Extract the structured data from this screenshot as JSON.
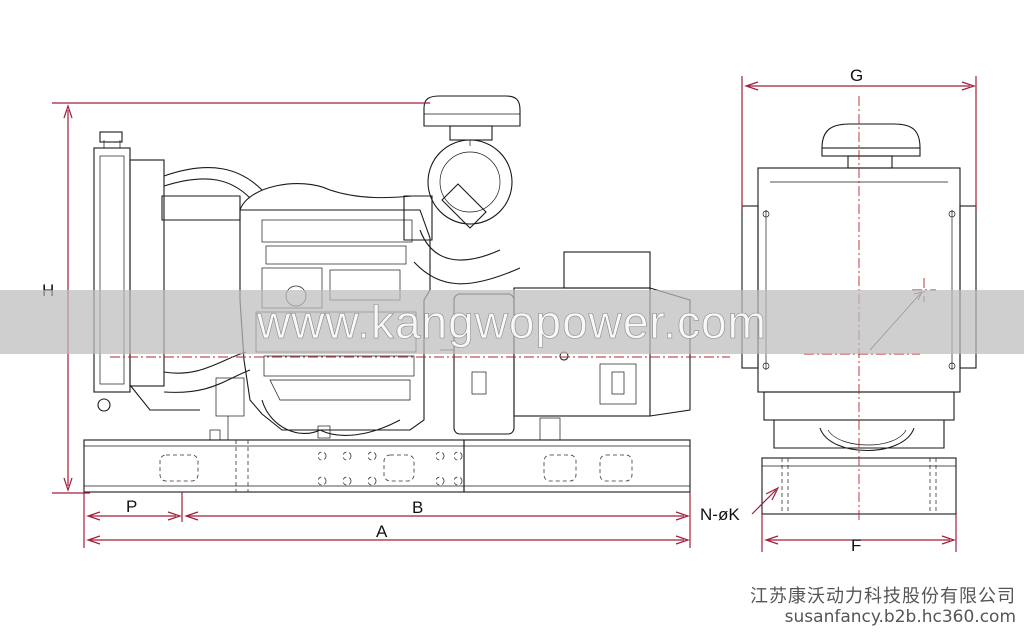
{
  "dimensions": {
    "height_label": "H",
    "length_label": "A",
    "base_label": "B",
    "offset_label": "P",
    "width_label": "G",
    "base_width_label": "F",
    "holes_label": "N-øK"
  },
  "watermark": "www.kangwopower.com",
  "footer": {
    "company": "江苏康沃动力科技股份有限公司",
    "site": "susanfancy.b2b.hc360.com"
  },
  "colors": {
    "dimension_line": "#a11f3a",
    "outline": "#1a1a1a",
    "centerline": "#b4262f"
  }
}
